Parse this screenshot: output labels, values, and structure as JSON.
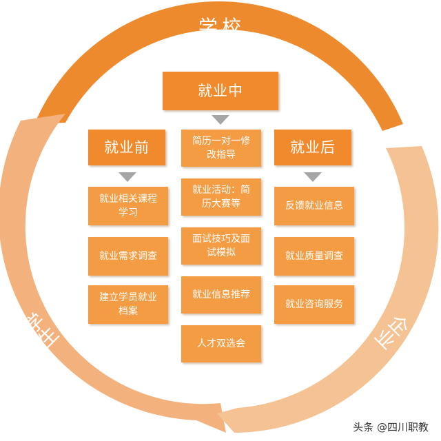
{
  "ring": {
    "top_label": "学校",
    "left_label": "学生",
    "right_label": "企业",
    "colors": {
      "top": "#ee8a2e",
      "left": "#f3b27d",
      "right": "#f5c293"
    }
  },
  "stages": {
    "middle": {
      "title": "就业中",
      "items": [
        "简历一对一修\n改指导",
        "就业活动：简\n历大赛等",
        "面试技巧及面\n试模拟",
        "就业信息推荐",
        "人才双选会"
      ]
    },
    "before": {
      "title": "就业前",
      "items": [
        "就业相关课程\n学习",
        "就业需求调查",
        "建立学员就业\n档案"
      ]
    },
    "after": {
      "title": "就业后",
      "items": [
        "反馈就业信息",
        "就业质量调查",
        "就业咨询服务"
      ]
    }
  },
  "watermark": "头条 @四川职教",
  "box_color": "#f39c43",
  "arrow_color": "#a6a6a6"
}
